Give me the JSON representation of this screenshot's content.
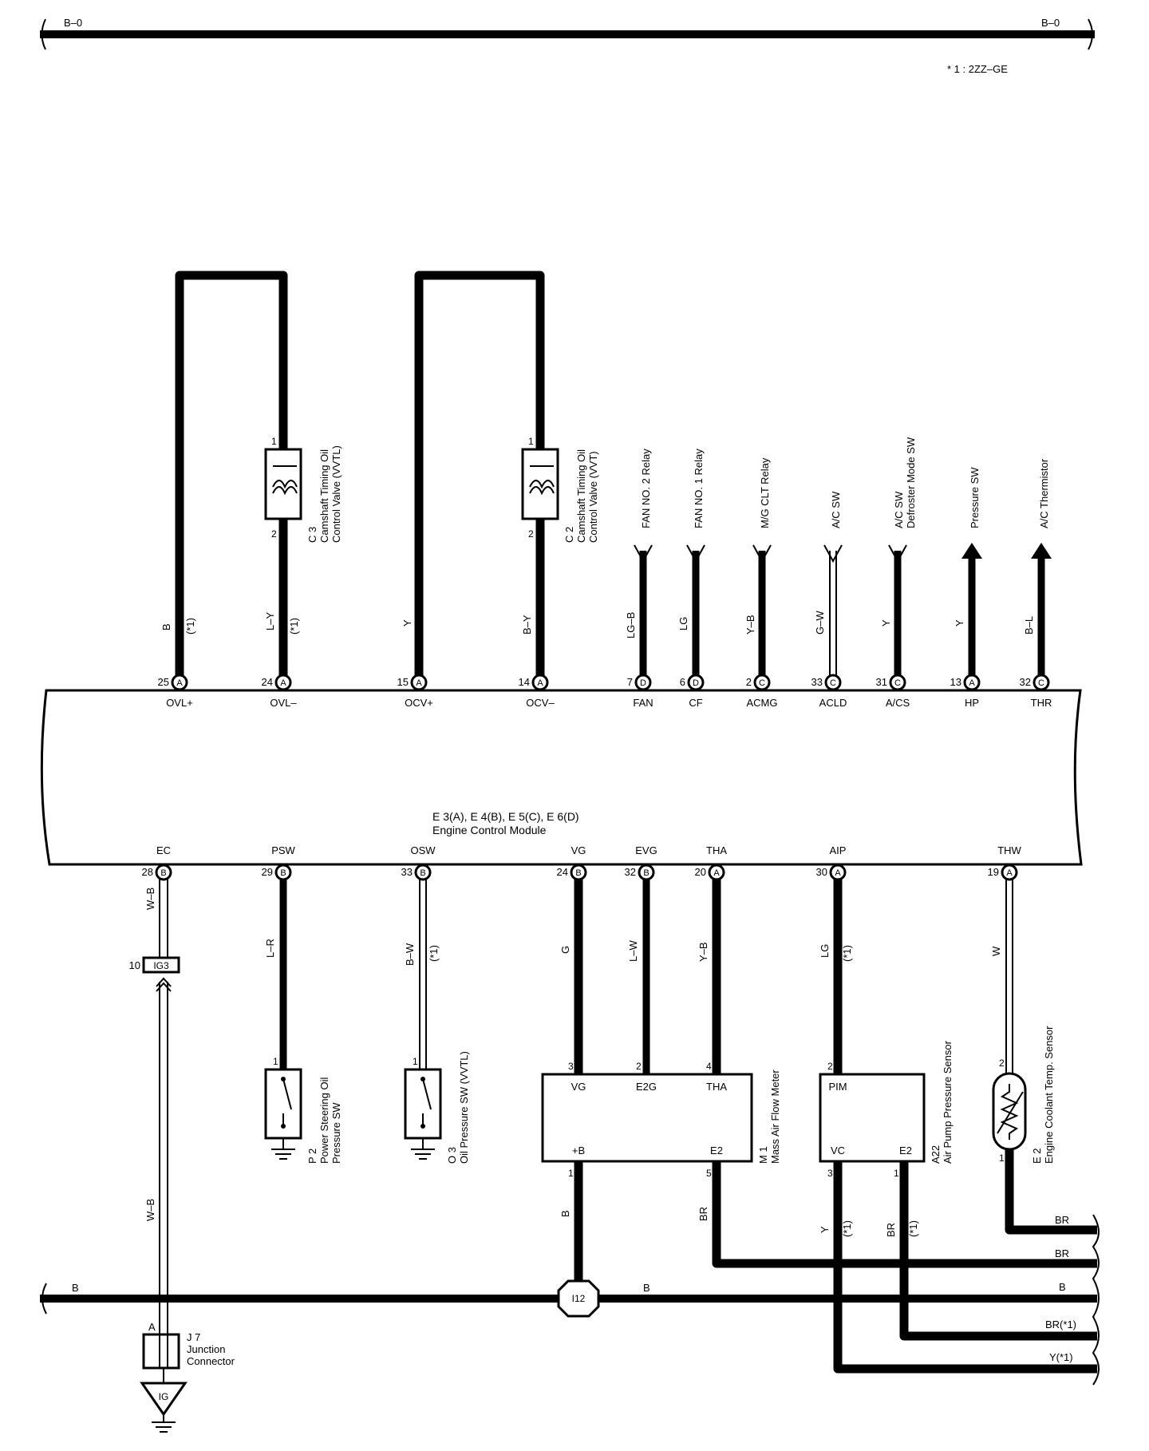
{
  "top_bus": {
    "left_label": "B–0",
    "right_label": "B–0"
  },
  "footnote": "* 1 : 2ZZ–GE",
  "ecm": {
    "id_label": "E 3(A), E 4(B), E 5(C), E 6(D)",
    "name": "Engine Control Module",
    "top_pins": [
      {
        "num": "25",
        "conn": "A",
        "name": "OVL+",
        "wire": "B",
        "note": "(*1)"
      },
      {
        "num": "24",
        "conn": "A",
        "name": "OVL–",
        "wire": "L–Y",
        "note": "(*1)"
      },
      {
        "num": "15",
        "conn": "A",
        "name": "OCV+",
        "wire": "Y",
        "note": ""
      },
      {
        "num": "14",
        "conn": "A",
        "name": "OCV–",
        "wire": "B–Y",
        "note": ""
      },
      {
        "num": "7",
        "conn": "D",
        "name": "FAN",
        "wire": "LG–B",
        "note": ""
      },
      {
        "num": "6",
        "conn": "D",
        "name": "CF",
        "wire": "LG",
        "note": ""
      },
      {
        "num": "2",
        "conn": "C",
        "name": "ACMG",
        "wire": "Y–B",
        "note": ""
      },
      {
        "num": "33",
        "conn": "C",
        "name": "ACLD",
        "wire": "G–W",
        "note": ""
      },
      {
        "num": "31",
        "conn": "C",
        "name": "A/CS",
        "wire": "Y",
        "note": ""
      },
      {
        "num": "13",
        "conn": "A",
        "name": "HP",
        "wire": "Y",
        "note": ""
      },
      {
        "num": "32",
        "conn": "C",
        "name": "THR",
        "wire": "B–L",
        "note": ""
      }
    ],
    "bottom_pins": [
      {
        "num": "28",
        "conn": "B",
        "name": "EC",
        "wire": "W–B",
        "note": ""
      },
      {
        "num": "29",
        "conn": "B",
        "name": "PSW",
        "wire": "L–R",
        "note": ""
      },
      {
        "num": "33",
        "conn": "B",
        "name": "OSW",
        "wire": "B–W",
        "note": "(*1)"
      },
      {
        "num": "24",
        "conn": "B",
        "name": "VG",
        "wire": "G",
        "note": ""
      },
      {
        "num": "32",
        "conn": "B",
        "name": "EVG",
        "wire": "L–W",
        "note": ""
      },
      {
        "num": "20",
        "conn": "A",
        "name": "THA",
        "wire": "Y–B",
        "note": ""
      },
      {
        "num": "30",
        "conn": "A",
        "name": "AIP",
        "wire": "LG",
        "note": "(*1)"
      },
      {
        "num": "19",
        "conn": "A",
        "name": "THW",
        "wire": "W",
        "note": ""
      }
    ]
  },
  "destinations": [
    {
      "line1": "FAN NO. 2 Relay",
      "line2": ""
    },
    {
      "line1": "FAN NO. 1 Relay",
      "line2": ""
    },
    {
      "line1": "M/G CLT Relay",
      "line2": ""
    },
    {
      "line1": "A/C SW",
      "line2": ""
    },
    {
      "line1": "A/C SW",
      "line2": "Defroster Mode SW"
    },
    {
      "line1": "Pressure SW",
      "line2": ""
    },
    {
      "line1": "A/C Thermistor",
      "line2": ""
    }
  ],
  "components": {
    "c3": {
      "id": "C 3",
      "line1": "Camshaft Timing Oil",
      "line2": "Control Valve (VVTL)",
      "pin1": "1",
      "pin2": "2"
    },
    "c2": {
      "id": "C 2",
      "line1": "Camshaft Timing Oil",
      "line2": "Control Valve (VVT)",
      "pin1": "1",
      "pin2": "2"
    },
    "p2": {
      "id": "P 2",
      "line1": "Power Steering Oil",
      "line2": "Pressure SW",
      "pin": "1"
    },
    "o3": {
      "id": "O 3",
      "line1": "Oil Pressure SW (VVTL)",
      "pin": "1"
    },
    "m1": {
      "id": "M 1",
      "line1": "Mass Air Flow Meter",
      "t_vg": "VG",
      "t_e2g": "E2G",
      "t_tha": "THA",
      "t_b": "+B",
      "t_e2": "E2",
      "p3": "3",
      "p2": "2",
      "p4": "4",
      "p1": "1",
      "p5": "5"
    },
    "a22": {
      "id": "A22",
      "line1": "Air Pump Pressure Sensor",
      "t_pim": "PIM",
      "t_vc": "VC",
      "t_e2": "E2",
      "p2": "2",
      "p3": "3",
      "p1": "1"
    },
    "e2": {
      "id": "E 2",
      "line1": "Engine Coolant Temp. Sensor",
      "p2": "2",
      "p1": "1"
    },
    "j7": {
      "id": "J 7",
      "line1": "Junction",
      "line2": "Connector",
      "pin": "A"
    },
    "ig3": {
      "label": "IG3",
      "pin": "10"
    },
    "ig": {
      "label": "IG"
    },
    "i12": {
      "label": "I12"
    }
  },
  "lower_wires": {
    "ec_below": "W–B",
    "mafm_b": "B",
    "mafm_e2": "BR",
    "a22_vc": "Y",
    "a22_vc_note": "(*1)",
    "a22_e2": "BR",
    "a22_e2_note": "(*1)"
  },
  "ground_bus": {
    "left_label": "B",
    "mid_label": "B"
  },
  "right_outputs": [
    "BR",
    "BR",
    "B",
    "BR(*1)",
    "Y(*1)"
  ]
}
